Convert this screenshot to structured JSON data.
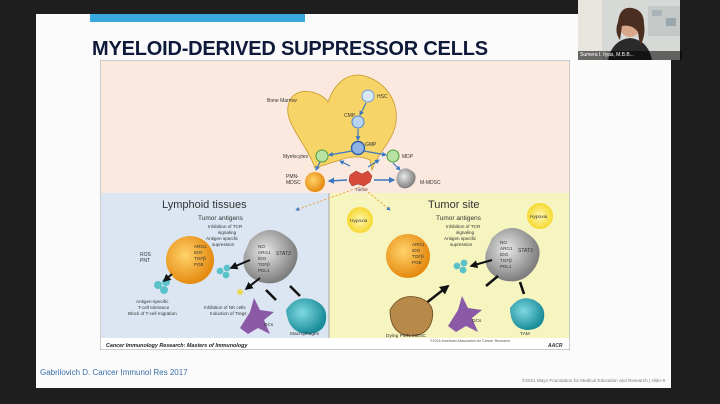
{
  "slide": {
    "title": "MYELOID-DERIVED SUPPRESSOR CELLS",
    "citation": "Gabrilovich D. Cancer Immunol Res 2017",
    "footer": "©2021 Mayo Foundation for Medical Education and Research  |  slide-9"
  },
  "video": {
    "name": "Sumera I. Ilyas, M.B.B..."
  },
  "figure": {
    "bone_marrow": "Bone Marrow",
    "hsc": "HSC",
    "cmp": "CMP",
    "gmp": "GMP",
    "myelocytes": "Myelocytes",
    "mdp": "MDP",
    "pmn_mdsc_1": "PMN-",
    "pmn_mdsc_2": "MDSC",
    "tumor": "Tumor",
    "m_mdsc": "M-MDSC",
    "lymphoid_title": "Lymphoid tissues",
    "tumor_site_title": "Tumor site",
    "tumor_antigens_l": "Tumor antigens",
    "tumor_antigens_r": "Tumor antigens",
    "inhibition_tcr_l": [
      "Inhibition of TCR",
      "signaling",
      "Antigen specific",
      "supression"
    ],
    "inhibition_tcr_r": [
      "Inhibition of TCR",
      "signaling",
      "Antigen specific",
      "supression"
    ],
    "hypoxia_l": "Hypoxia",
    "hypoxia_r": "Hypoxia",
    "left_factors": [
      "ROS",
      "PNT"
    ],
    "arg_factors_l": [
      "ARG1",
      "IDO",
      "TGFβ",
      "PGE"
    ],
    "stat_l": "STAT3",
    "no_factors_l": [
      "NO",
      "ARG1",
      "IDO",
      "TGFβ",
      "PDL1"
    ],
    "arg_factors_r": [
      "ARG1",
      "IDO",
      "TGFβ",
      "PGE"
    ],
    "stat_r": "STAT3",
    "no_factors_r": [
      "NO",
      "ARG1",
      "IDO",
      "TGFβ",
      "PDL1"
    ],
    "antigen_specific": [
      "Antigen-specific",
      "T-cell tolerance",
      "Block of T-cell migration"
    ],
    "nk_inhibition": [
      "Inhibition of NK cells",
      "Induction of Tregs"
    ],
    "dcs_l": "DCs",
    "macrophages": "Macrophages",
    "dying_pmn": "Dying PMN-MDSC",
    "dcs_r": "DCs",
    "tam": "TAM",
    "copyright": "©2016 American Association for Cancer Research",
    "journal": "Cancer Immunology Research: Masters of Immunology",
    "aacr": "AACR"
  }
}
